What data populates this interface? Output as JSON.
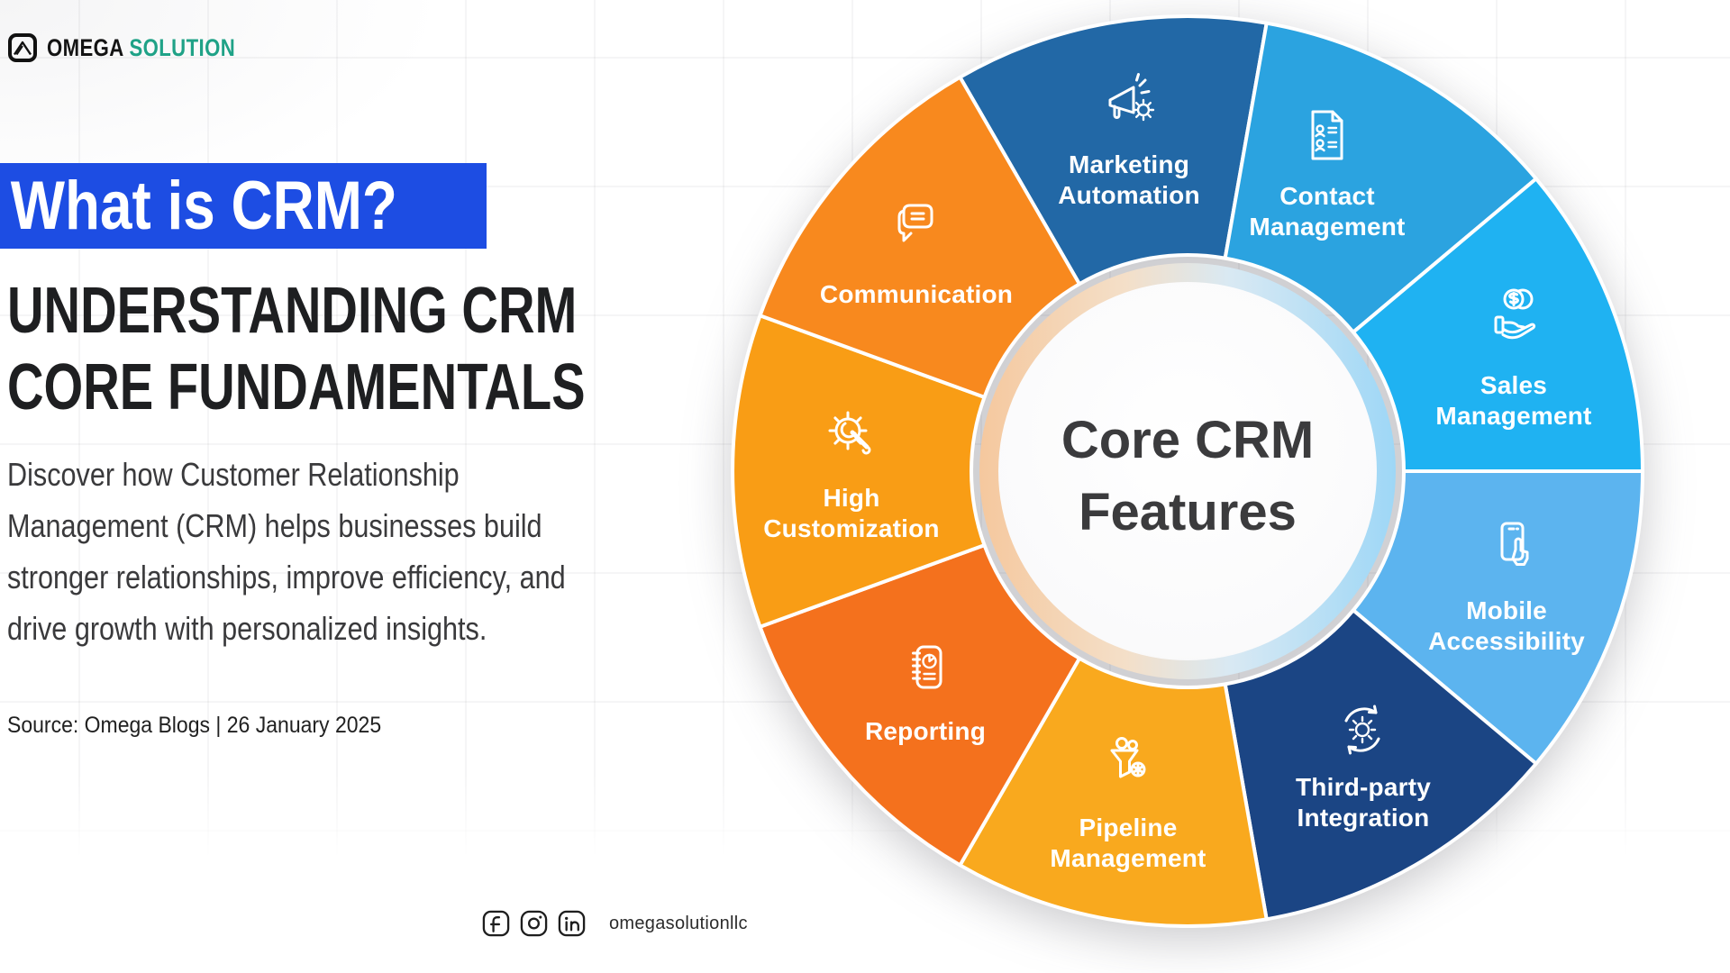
{
  "brand": {
    "logo_primary": "OMEGA",
    "logo_secondary": "SOLUTION",
    "secondary_color": "#1FA287"
  },
  "hero": {
    "badge_title": "What is CRM?",
    "badge_bg": "#1D4DE3",
    "heading": "UNDERSTANDING CRM\nCORE FUNDAMENTALS",
    "description": "Discover how Customer Relationship\nManagement (CRM) helps businesses build\nstronger relationships, improve efficiency, and\ndrive growth with personalized insights.",
    "source": "Source: Omega Blogs | 26 January 2025"
  },
  "wheel": {
    "center_title": "Core CRM\nFeatures",
    "segments": [
      {
        "label": "Marketing\nAutomation",
        "color": "#2268A6",
        "icon": "megaphone-gear-icon"
      },
      {
        "label": "Contact\nManagement",
        "color": "#2BA3E0",
        "icon": "contact-card-icon"
      },
      {
        "label": "Sales\nManagement",
        "color": "#1FB2F2",
        "icon": "coins-hand-icon"
      },
      {
        "label": "Mobile\nAccessibility",
        "color": "#5CB4EF",
        "icon": "phone-touch-icon"
      },
      {
        "label": "Third-party\nIntegration",
        "color": "#1B4584",
        "icon": "gear-sync-icon"
      },
      {
        "label": "Pipeline\nManagement",
        "color": "#F9A91E",
        "icon": "funnel-gear-icon"
      },
      {
        "label": "Reporting",
        "color": "#F4711D",
        "icon": "notebook-chart-icon"
      },
      {
        "label": "High\nCustomization",
        "color": "#F99D15",
        "icon": "gear-wrench-icon"
      },
      {
        "label": "Communication",
        "color": "#F8891E",
        "icon": "chat-bubbles-icon"
      }
    ]
  },
  "footer": {
    "handle": "omegasolutionllc",
    "icons": [
      "facebook",
      "instagram",
      "linkedin"
    ]
  }
}
